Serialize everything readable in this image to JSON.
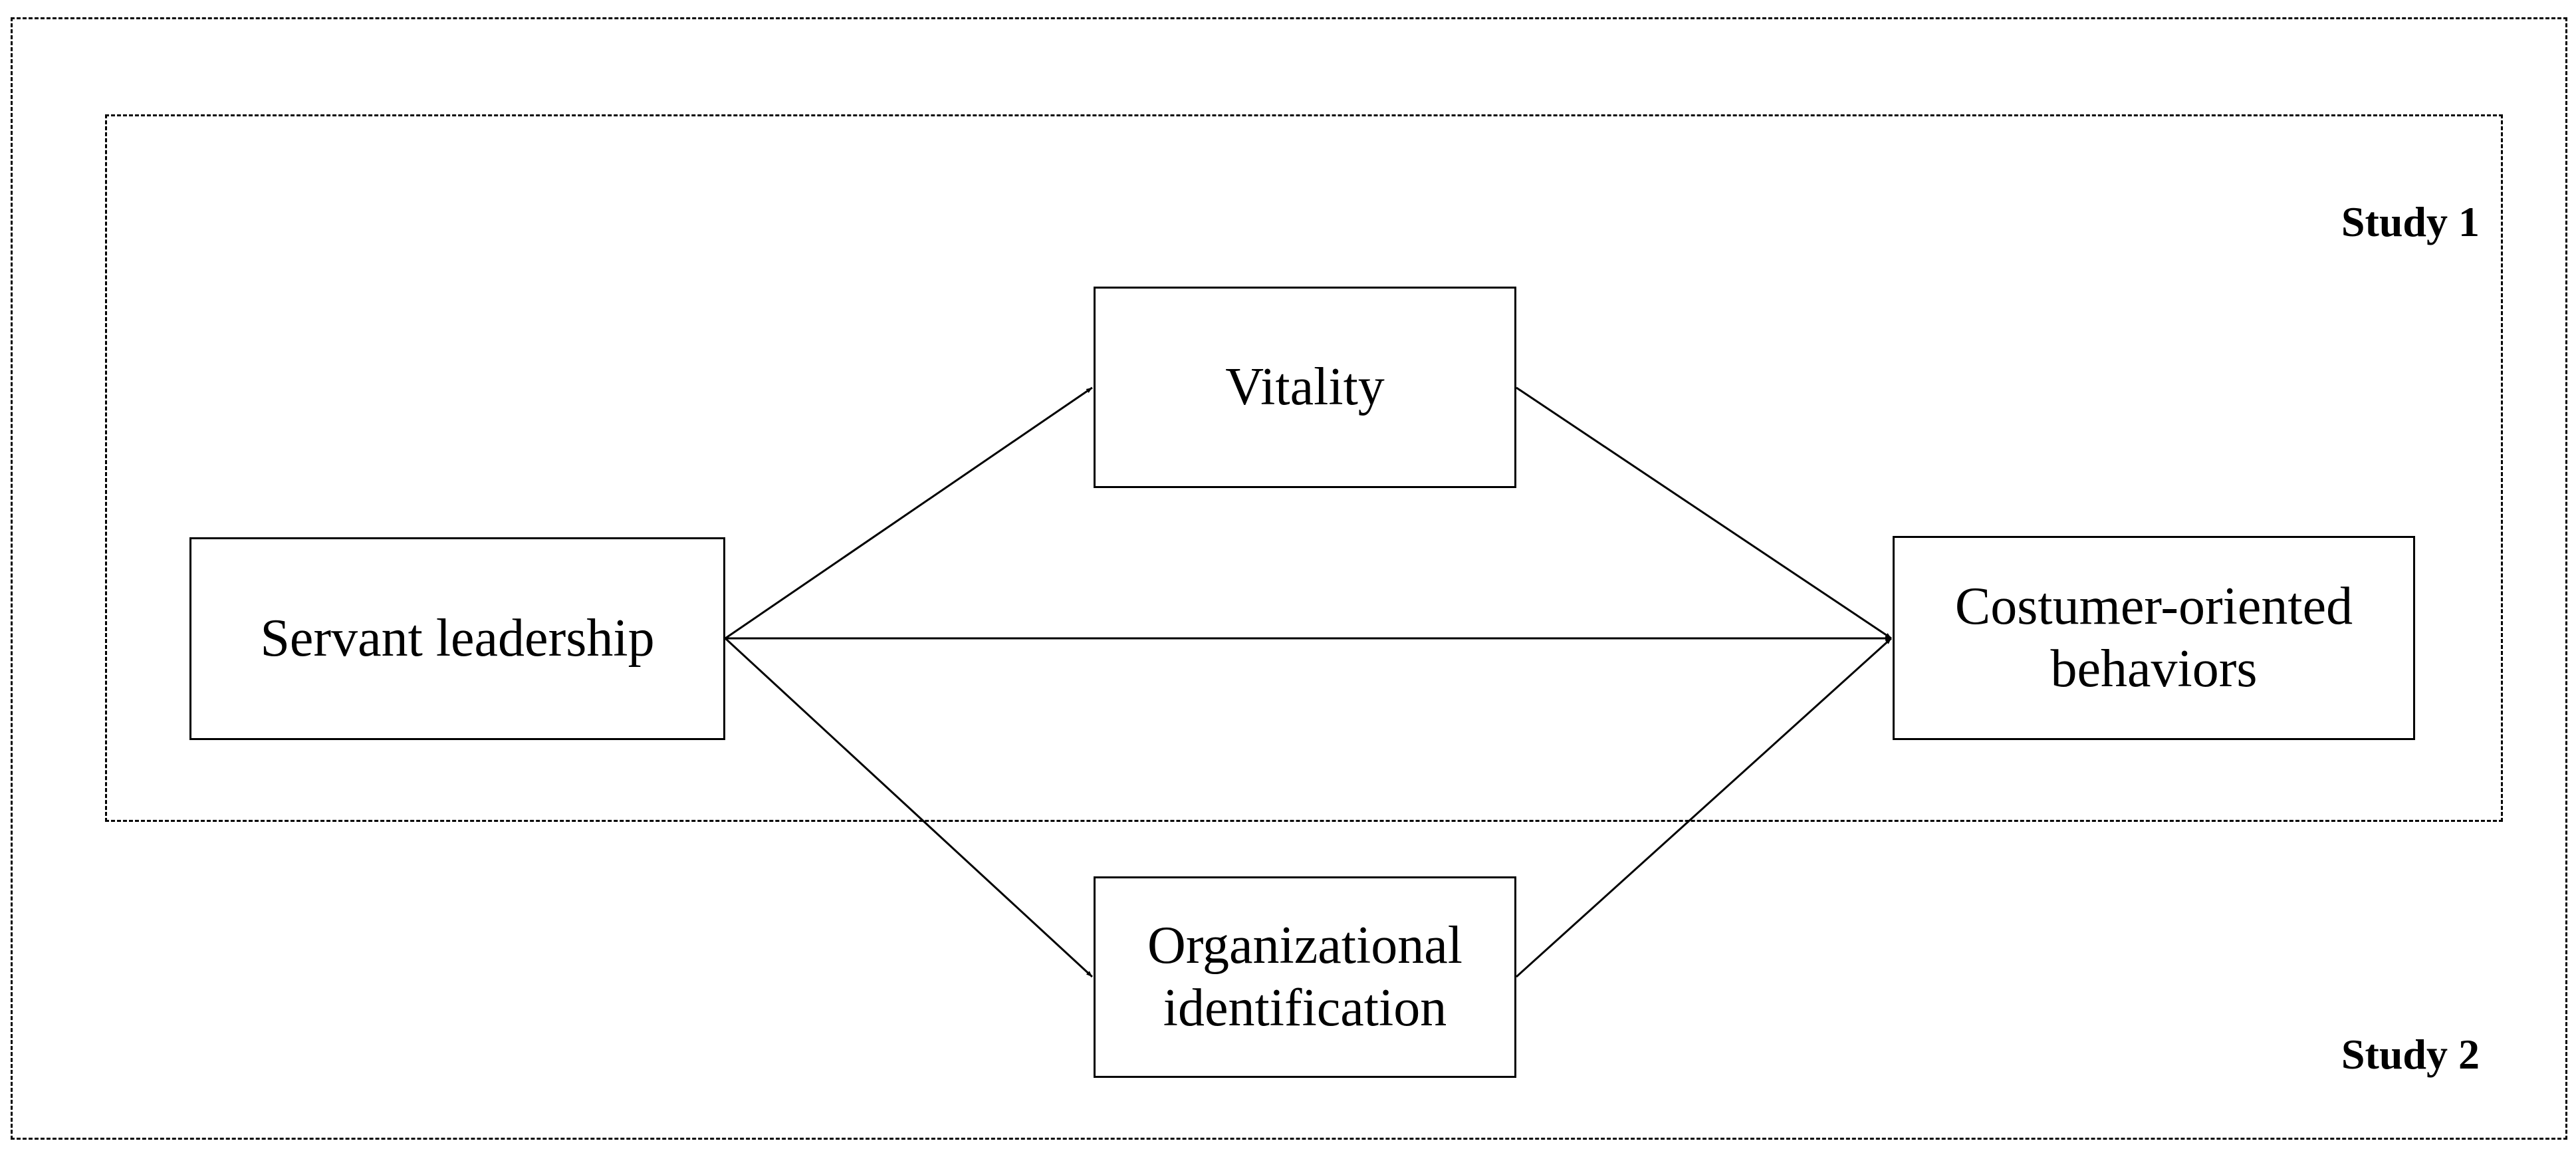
{
  "diagram": {
    "studies": {
      "study1_label": "Study 1",
      "study2_label": "Study 2"
    },
    "nodes": {
      "servant_leadership": [
        "Servant leadership"
      ],
      "vitality": [
        "Vitality"
      ],
      "costumer_oriented": [
        "Costumer-oriented",
        "behaviors"
      ],
      "organizational_identification": [
        "Organizational",
        "identification"
      ]
    },
    "edges": [
      {
        "from": "Servant leadership",
        "to": "Vitality"
      },
      {
        "from": "Servant leadership",
        "to": "Costumer-oriented behaviors"
      },
      {
        "from": "Servant leadership",
        "to": "Organizational identification"
      },
      {
        "from": "Vitality",
        "to": "Costumer-oriented behaviors"
      },
      {
        "from": "Organizational identification",
        "to": "Costumer-oriented behaviors"
      }
    ]
  }
}
